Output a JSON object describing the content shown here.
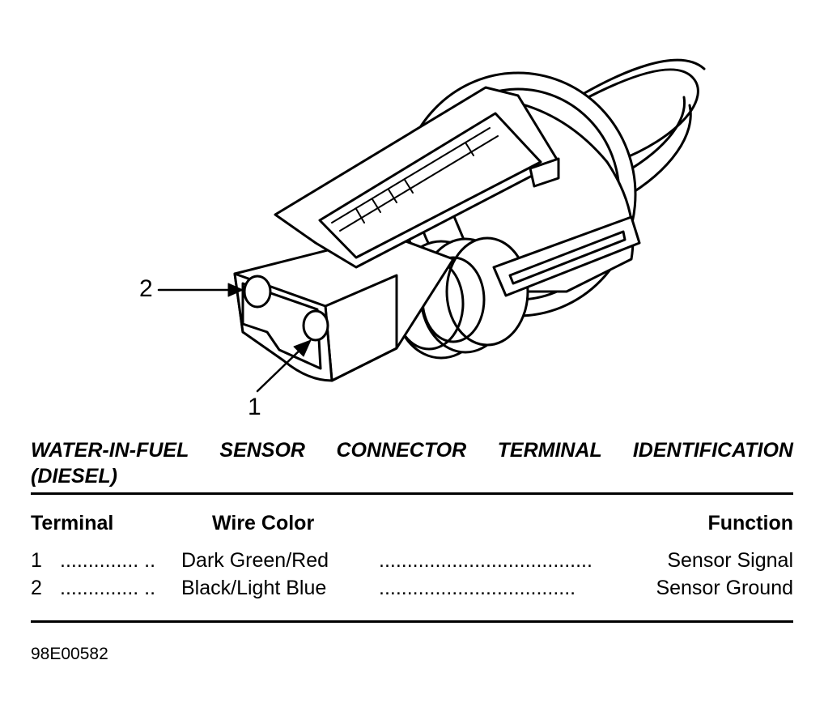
{
  "diagram": {
    "callouts": [
      "1",
      "2"
    ]
  },
  "table": {
    "title": "WATER-IN-FUEL SENSOR CONNECTOR TERMINAL IDENTIFICATION (DIESEL)",
    "headers": {
      "terminal": "Terminal",
      "wire_color": "Wire Color",
      "function": "Function"
    },
    "rows": [
      {
        "terminal": "1",
        "leader1": ".............. ..",
        "wire_color": "Dark Green/Red",
        "leader2": "......................................",
        "function": "Sensor Signal"
      },
      {
        "terminal": "2",
        "leader1": ".............. ..",
        "wire_color": "Black/Light Blue",
        "leader2": "...................................",
        "function": "Sensor Ground"
      }
    ]
  },
  "figure_code": "98E00582"
}
